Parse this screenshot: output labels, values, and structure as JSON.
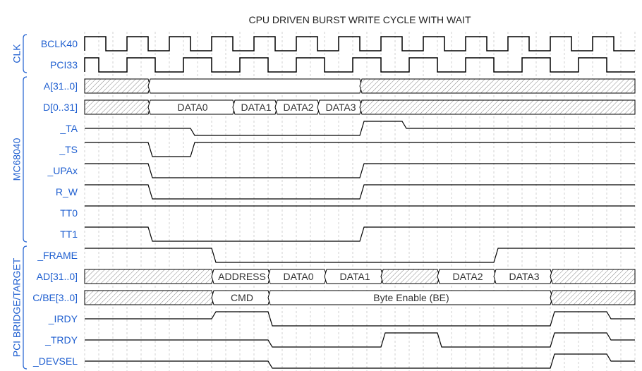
{
  "title": "CPU DRIVEN BURST WRITE CYCLE WITH WAIT",
  "colors": {
    "label": "#1f5fd0",
    "wave": "#000000",
    "hatch": "#888888",
    "grid": "#cccccc"
  },
  "time_span": 78,
  "groups": [
    {
      "name": "CLK",
      "rows": [
        0,
        1
      ]
    },
    {
      "name": "MC68040",
      "rows": [
        2,
        9
      ]
    },
    {
      "name": "PCI BRIDGE/TARGET",
      "rows": [
        10,
        15
      ]
    }
  ],
  "signals": [
    {
      "name": "BCLK40",
      "type": "clock",
      "first_high": 3,
      "period": 6,
      "phase": 0
    },
    {
      "name": "PCI33",
      "type": "clock",
      "first_high": 2,
      "period": 8,
      "phase": 2
    },
    {
      "name": "A[31..0]",
      "type": "bus",
      "segments": [
        [
          0,
          9,
          null
        ],
        [
          9,
          39,
          ""
        ],
        [
          39,
          78,
          null
        ]
      ]
    },
    {
      "name": "D[0..31]",
      "type": "bus",
      "segments": [
        [
          0,
          9,
          null
        ],
        [
          9,
          21,
          "DATA0"
        ],
        [
          21,
          27,
          "DATA1"
        ],
        [
          27,
          33,
          "DATA2"
        ],
        [
          33,
          39,
          "DATA3"
        ],
        [
          39,
          78,
          null
        ]
      ]
    },
    {
      "name": "_TA",
      "type": "digital",
      "edges": [
        [
          0,
          "z"
        ],
        [
          15,
          0
        ],
        [
          39,
          1
        ],
        [
          45,
          "z"
        ]
      ]
    },
    {
      "name": "_TS",
      "type": "digital",
      "edges": [
        [
          0,
          1
        ],
        [
          9,
          0
        ],
        [
          15,
          1
        ]
      ]
    },
    {
      "name": "_UPAx",
      "type": "digital",
      "edges": [
        [
          0,
          1
        ],
        [
          9,
          0
        ],
        [
          39,
          1
        ]
      ]
    },
    {
      "name": "R_W",
      "type": "digital",
      "edges": [
        [
          0,
          1
        ],
        [
          9,
          0
        ],
        [
          39,
          1
        ]
      ]
    },
    {
      "name": "TT0",
      "type": "digital",
      "edges": [
        [
          0,
          1
        ]
      ]
    },
    {
      "name": "TT1",
      "type": "digital",
      "edges": [
        [
          0,
          1
        ],
        [
          9,
          0
        ],
        [
          39,
          1
        ]
      ]
    },
    {
      "name": "_FRAME",
      "type": "digital",
      "edges": [
        [
          0,
          1
        ],
        [
          18,
          0
        ],
        [
          58,
          1
        ]
      ]
    },
    {
      "name": "AD[31..0]",
      "type": "bus",
      "segments": [
        [
          0,
          18,
          null
        ],
        [
          18,
          26,
          "ADDRESS"
        ],
        [
          26,
          34,
          "DATA0"
        ],
        [
          34,
          42,
          "DATA1"
        ],
        [
          42,
          50,
          null
        ],
        [
          50,
          58,
          "DATA2"
        ],
        [
          58,
          66,
          "DATA3"
        ],
        [
          66,
          78,
          null
        ]
      ]
    },
    {
      "name": "C/BE[3..0]",
      "type": "bus",
      "segments": [
        [
          0,
          18,
          null
        ],
        [
          18,
          26,
          "CMD"
        ],
        [
          26,
          66,
          "Byte Enable (BE)"
        ],
        [
          66,
          78,
          null
        ]
      ]
    },
    {
      "name": "_IRDY",
      "type": "digital",
      "edges": [
        [
          0,
          "z"
        ],
        [
          18,
          1
        ],
        [
          26,
          0
        ],
        [
          66,
          1
        ],
        [
          74,
          "z"
        ]
      ]
    },
    {
      "name": "_TRDY",
      "type": "digital",
      "edges": [
        [
          0,
          "z"
        ],
        [
          26,
          0
        ],
        [
          42,
          1
        ],
        [
          50,
          0
        ],
        [
          66,
          1
        ],
        [
          74,
          "z"
        ]
      ]
    },
    {
      "name": "_DEVSEL",
      "type": "digital",
      "edges": [
        [
          0,
          "z"
        ],
        [
          26,
          0
        ],
        [
          66,
          1
        ],
        [
          74,
          "z"
        ]
      ]
    }
  ]
}
